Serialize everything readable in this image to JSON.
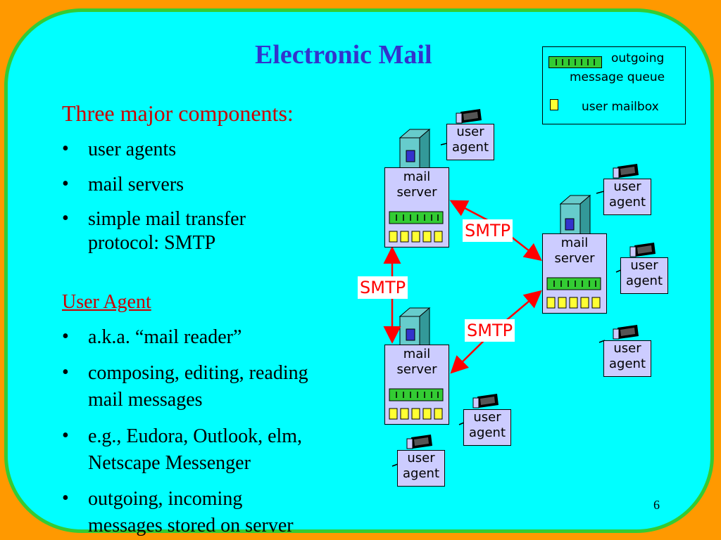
{
  "title": "Electronic Mail",
  "legend": {
    "queue_label_1": "outgoing",
    "queue_label_2": "message queue",
    "mailbox_label": "user mailbox"
  },
  "components_heading": "Three major components:",
  "components": [
    "user agents",
    "mail servers",
    "simple mail transfer",
    "protocol: SMTP"
  ],
  "ua_heading": "User Agent",
  "ua_points": [
    "a.k.a. “mail reader”",
    "composing, editing, reading",
    "mail messages",
    "e.g., Eudora, Outlook, elm,",
    "Netscape Messenger",
    "outgoing, incoming",
    "messages stored on server"
  ],
  "bullet_char": "•",
  "diagram": {
    "mail_server_line1": "mail",
    "mail_server_line2": "server",
    "user_agent_line1": "user",
    "user_agent_line2": "agent",
    "smtp_label": "SMTP"
  },
  "page_number": "6",
  "colors": {
    "background": "#FF9900",
    "slide": "#00FFFF",
    "border": "#33CC33",
    "title": "#3333CC",
    "heading": "#CC0000",
    "box": "#CCCCFF",
    "arrow": "#FF0000"
  }
}
